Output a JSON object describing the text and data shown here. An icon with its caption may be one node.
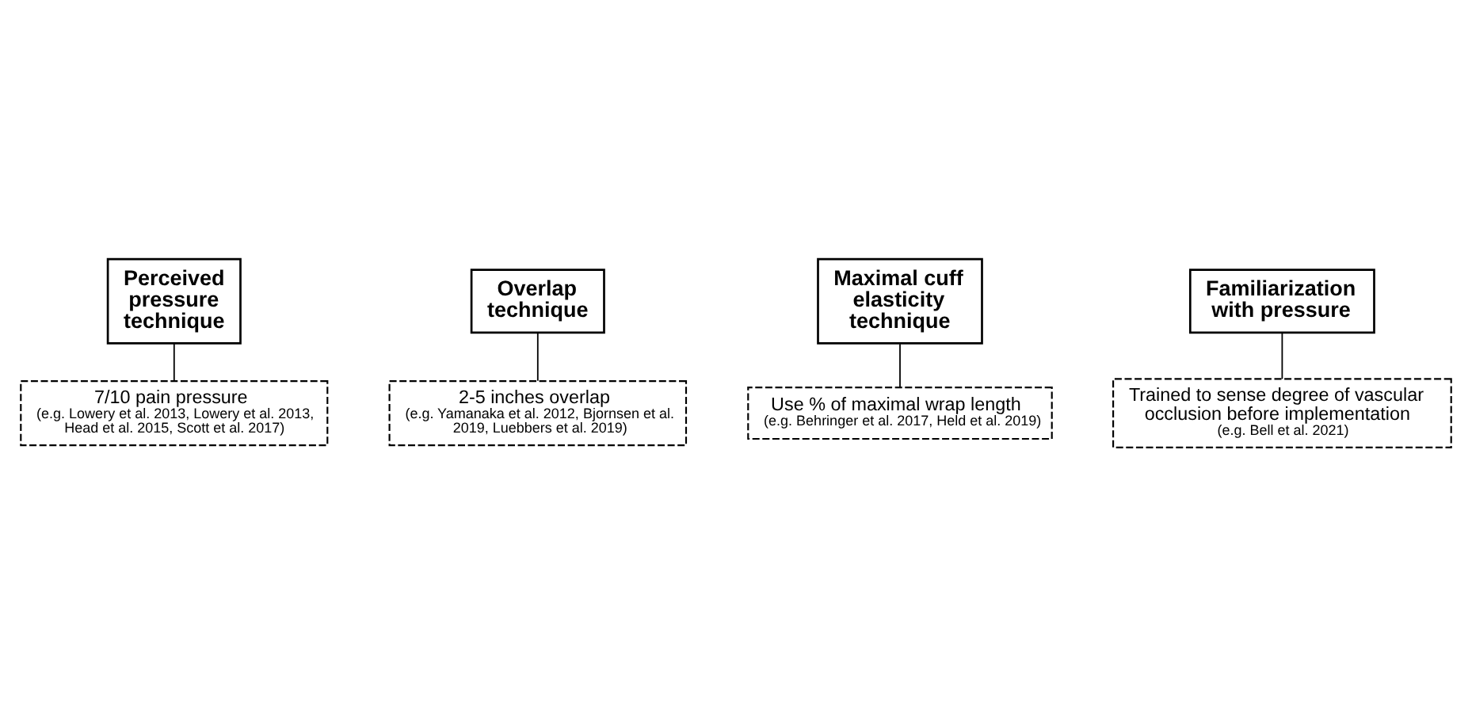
{
  "diagram": {
    "nodes": [
      {
        "text": [
          "Perceived pressure technique"
        ]
      },
      {
        "text": [
          "7/10 pain pressure",
          "(e.g. Lowery et al. 2013, Lowery et al. 2013, Head et al. 2015, Scott et al. 2017)"
        ]
      },
      {
        "text": [
          "Overlap technique"
        ]
      },
      {
        "text": [
          "2-5 inches overlap",
          "(e.g. Yamanaka et al. 2012, Bjornsen et al. 2019, Luebbers et al. 2019)"
        ]
      },
      {
        "text": [
          "Maximal cuff elasticity technique"
        ]
      },
      {
        "text": [
          "Use % of maximal wrap length",
          "(e.g. Behringer et al. 2017, Held et al. 2019)"
        ]
      },
      {
        "text": [
          "Familiarization with pressure"
        ]
      },
      {
        "text": [
          "Trained to sense degree of vascular occlusion before implementation",
          "(e.g. Bell et al. 2021)"
        ]
      }
    ],
    "edges": [
      {
        "from": 0,
        "to": 1,
        "arrow": "none"
      },
      {
        "from": 2,
        "to": 3,
        "arrow": "none"
      },
      {
        "from": 4,
        "to": 5,
        "arrow": "none"
      },
      {
        "from": 6,
        "to": 7,
        "arrow": "none"
      }
    ]
  }
}
